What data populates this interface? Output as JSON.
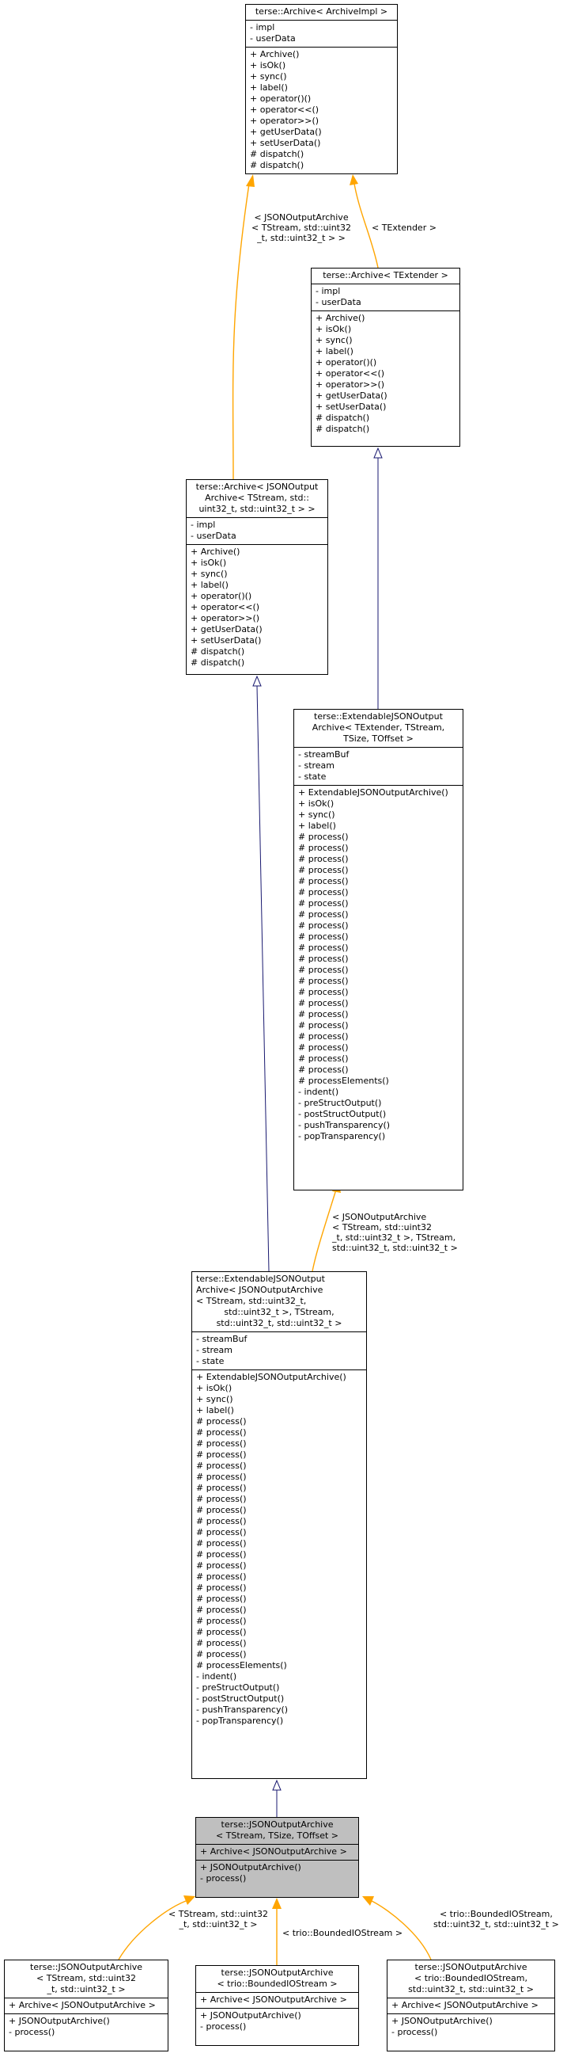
{
  "nodes": {
    "archive_impl": {
      "title": [
        "terse::Archive< ArchiveImpl >"
      ],
      "attributes": [
        "- impl",
        "- userData"
      ],
      "methods": [
        "+ Archive()",
        "+ isOk()",
        "+ sync()",
        "+ label()",
        "+ operator()()",
        "+ operator<<()",
        "+ operator>>()",
        "+ getUserData()",
        "+ setUserData()",
        "# dispatch()",
        "# dispatch()"
      ]
    },
    "archive_textender": {
      "title": [
        "terse::Archive< TExtender >"
      ],
      "attributes": [
        "- impl",
        "- userData"
      ],
      "methods": [
        "+ Archive()",
        "+ isOk()",
        "+ sync()",
        "+ label()",
        "+ operator()()",
        "+ operator<<()",
        "+ operator>>()",
        "+ getUserData()",
        "+ setUserData()",
        "# dispatch()",
        "# dispatch()"
      ]
    },
    "archive_json": {
      "title": [
        "terse::Archive< JSONOutput",
        "Archive< TStream, std::",
        "uint32_t, std::uint32_t > >"
      ],
      "attributes": [
        "- impl",
        "- userData"
      ],
      "methods": [
        "+ Archive()",
        "+ isOk()",
        "+ sync()",
        "+ label()",
        "+ operator()()",
        "+ operator<<()",
        "+ operator>>()",
        "+ getUserData()",
        "+ setUserData()",
        "# dispatch()",
        "# dispatch()"
      ]
    },
    "ext_generic": {
      "title": [
        "terse::ExtendableJSONOutput",
        "Archive< TExtender, TStream,",
        "TSize, TOffset >"
      ],
      "attributes": [
        "- streamBuf",
        "- stream",
        "- state"
      ],
      "methods": [
        "+ ExtendableJSONOutputArchive()",
        "+ isOk()",
        "+ sync()",
        "+ label()",
        "# process()",
        "# process()",
        "# process()",
        "# process()",
        "# process()",
        "# process()",
        "# process()",
        "# process()",
        "# process()",
        "# process()",
        "# process()",
        "# process()",
        "# process()",
        "# process()",
        "# process()",
        "# process()",
        "# process()",
        "# process()",
        "# process()",
        "# process()",
        "# process()",
        "# process()",
        "# processElements()",
        "- indent()",
        "- preStructOutput()",
        "- postStructOutput()",
        "- pushTransparency()",
        "- popTransparency()"
      ]
    },
    "ext_json": {
      "title": [
        "terse::ExtendableJSONOutput",
        "Archive< JSONOutputArchive",
        "< TStream, std::uint32_t,",
        "std::uint32_t >, TStream,",
        "std::uint32_t, std::uint32_t >"
      ],
      "attributes": [
        "- streamBuf",
        "- stream",
        "- state"
      ],
      "methods": [
        "+ ExtendableJSONOutputArchive()",
        "+ isOk()",
        "+ sync()",
        "+ label()",
        "# process()",
        "# process()",
        "# process()",
        "# process()",
        "# process()",
        "# process()",
        "# process()",
        "# process()",
        "# process()",
        "# process()",
        "# process()",
        "# process()",
        "# process()",
        "# process()",
        "# process()",
        "# process()",
        "# process()",
        "# process()",
        "# process()",
        "# process()",
        "# process()",
        "# process()",
        "# processElements()",
        "- indent()",
        "- preStructOutput()",
        "- postStructOutput()",
        "- pushTransparency()",
        "- popTransparency()"
      ]
    },
    "json_output": {
      "title": [
        "terse::JSONOutputArchive",
        "< TStream, TSize, TOffset >"
      ],
      "attributes": [
        "+ Archive< JSONOutputArchive >"
      ],
      "methods": [
        "+ JSONOutputArchive()",
        "- process()"
      ]
    },
    "json_uint32": {
      "title": [
        "terse::JSONOutputArchive",
        "< TStream, std::uint32",
        "_t, std::uint32_t >"
      ],
      "attributes": [
        "+ Archive< JSONOutputArchive >"
      ],
      "methods": [
        "+ JSONOutputArchive()",
        "- process()"
      ]
    },
    "json_bounded": {
      "title": [
        "terse::JSONOutputArchive",
        "< trio::BoundedIOStream >"
      ],
      "attributes": [
        "+ Archive< JSONOutputArchive >"
      ],
      "methods": [
        "+ JSONOutputArchive()",
        "- process()"
      ]
    },
    "json_bounded_uint32": {
      "title": [
        "terse::JSONOutputArchive",
        "< trio::BoundedIOStream,",
        "std::uint32_t, std::uint32_t >"
      ],
      "attributes": [
        "+ Archive< JSONOutputArchive >"
      ],
      "methods": [
        "+ JSONOutputArchive()",
        "- process()"
      ]
    }
  },
  "edge_labels": {
    "to_archive_json": [
      "< JSONOutputArchive",
      "< TStream, std::uint32",
      "_t, std::uint32_t > >"
    ],
    "to_archive_textender": [
      "< TExtender >"
    ],
    "to_ext_json": [
      "< JSONOutputArchive",
      "< TStream, std::uint32",
      "_t, std::uint32_t >, TStream,",
      "std::uint32_t, std::uint32_t >"
    ],
    "to_json_uint32": [
      "< TStream, std::uint32",
      "_t, std::uint32_t >"
    ],
    "to_json_bounded": [
      "< trio::BoundedIOStream >"
    ],
    "to_json_bounded_uint32": [
      "< trio::BoundedIOStream,",
      "std::uint32_t, std::uint32_t >"
    ]
  },
  "colors": {
    "inheritance": "#191970",
    "template": "#ffa500",
    "current_fill": "#bfbfbf"
  }
}
